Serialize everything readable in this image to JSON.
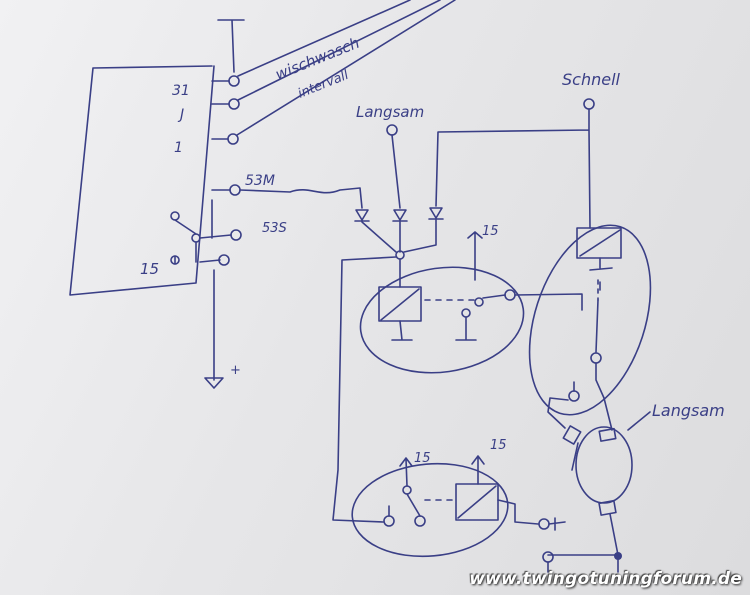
{
  "labels": {
    "wischwasch": "wischwasch",
    "intervall": "intervall",
    "t31": "31",
    "tJ": "J",
    "t1": "1",
    "t53m": "53M",
    "t53s": "53S",
    "t15_switch": "15",
    "ground_plus": "+",
    "langsam_top": "Langsam",
    "schnell": "Schnell",
    "relay1_15": "15",
    "relay3_15a": "15",
    "relay3_15b": "15",
    "motor_langsam": "Langsam"
  },
  "watermark": "www.twingotuningforum.de",
  "colors": {
    "ink": "#3a3f86",
    "paper": "#ececee"
  }
}
